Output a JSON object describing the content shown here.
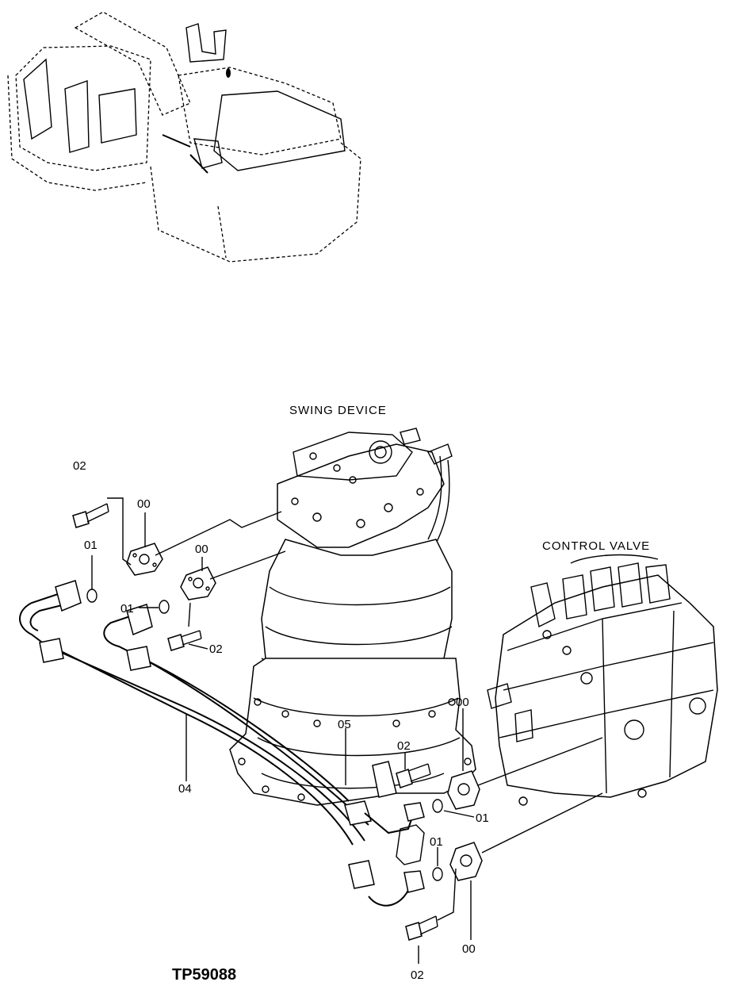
{
  "labels": {
    "swing_device": "SWING DEVICE",
    "control_valve": "CONTROL VALVE",
    "drawing_code": "TP59088"
  },
  "callouts": {
    "c02_top": "02",
    "c00_top_left": "00",
    "c01_left": "01",
    "c00_mid": "00",
    "c01_mid": "01",
    "c02_mid": "02",
    "c04": "04",
    "c05": "05",
    "c00_right": "00",
    "c02_lower": "02",
    "c01_right": "01",
    "c01_lower": "01",
    "c02_bottom": "02",
    "c00_bottom": "00"
  }
}
